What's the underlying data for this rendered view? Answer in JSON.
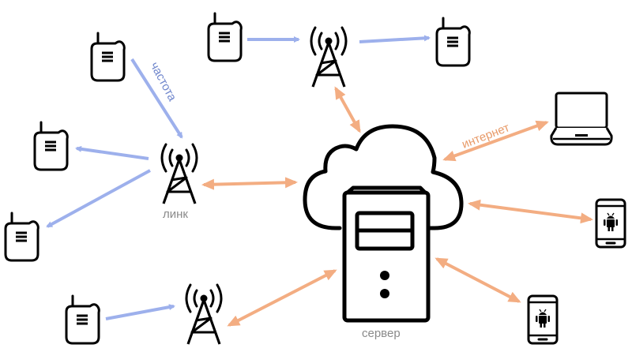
{
  "diagram": {
    "title": "",
    "colors": {
      "radio_link": "#9db0ec",
      "internet_link": "#f3ad82",
      "icon_stroke": "#000000",
      "label_gray": "#8a8a8a",
      "label_blue": "#6f86cc",
      "label_orange": "#e89a68"
    },
    "labels": {
      "frequency": "частота",
      "link": "линк",
      "internet": "интернет",
      "server": "сервер"
    },
    "nodes": [
      {
        "id": "radio-1",
        "type": "walkie-talkie"
      },
      {
        "id": "radio-2",
        "type": "walkie-talkie"
      },
      {
        "id": "radio-3",
        "type": "walkie-talkie"
      },
      {
        "id": "radio-4",
        "type": "walkie-talkie"
      },
      {
        "id": "radio-5",
        "type": "walkie-talkie"
      },
      {
        "id": "radio-6",
        "type": "walkie-talkie"
      },
      {
        "id": "tower-top",
        "type": "radio-tower"
      },
      {
        "id": "tower-link",
        "type": "radio-tower",
        "label": "линк"
      },
      {
        "id": "tower-bottom",
        "type": "radio-tower"
      },
      {
        "id": "server",
        "type": "cloud-server",
        "label": "сервер"
      },
      {
        "id": "laptop",
        "type": "laptop"
      },
      {
        "id": "phone-1",
        "type": "android-phone"
      },
      {
        "id": "phone-2",
        "type": "android-phone"
      }
    ],
    "edges": [
      {
        "from": "radio-1",
        "to": "tower-link",
        "kind": "radio",
        "direction": "one-way",
        "label": "частота"
      },
      {
        "from": "tower-link",
        "to": "radio-2",
        "kind": "radio",
        "direction": "one-way"
      },
      {
        "from": "tower-link",
        "to": "radio-3",
        "kind": "radio",
        "direction": "one-way"
      },
      {
        "from": "radio-4",
        "to": "tower-top",
        "kind": "radio",
        "direction": "one-way"
      },
      {
        "from": "tower-top",
        "to": "radio-5",
        "kind": "radio",
        "direction": "one-way"
      },
      {
        "from": "radio-6",
        "to": "tower-bottom",
        "kind": "radio",
        "direction": "one-way"
      },
      {
        "from": "tower-top",
        "to": "server",
        "kind": "internet",
        "direction": "two-way"
      },
      {
        "from": "tower-link",
        "to": "server",
        "kind": "internet",
        "direction": "two-way"
      },
      {
        "from": "tower-bottom",
        "to": "server",
        "kind": "internet",
        "direction": "two-way"
      },
      {
        "from": "server",
        "to": "laptop",
        "kind": "internet",
        "direction": "two-way",
        "label": "интернет"
      },
      {
        "from": "server",
        "to": "phone-1",
        "kind": "internet",
        "direction": "two-way"
      },
      {
        "from": "server",
        "to": "phone-2",
        "kind": "internet",
        "direction": "two-way"
      }
    ]
  }
}
